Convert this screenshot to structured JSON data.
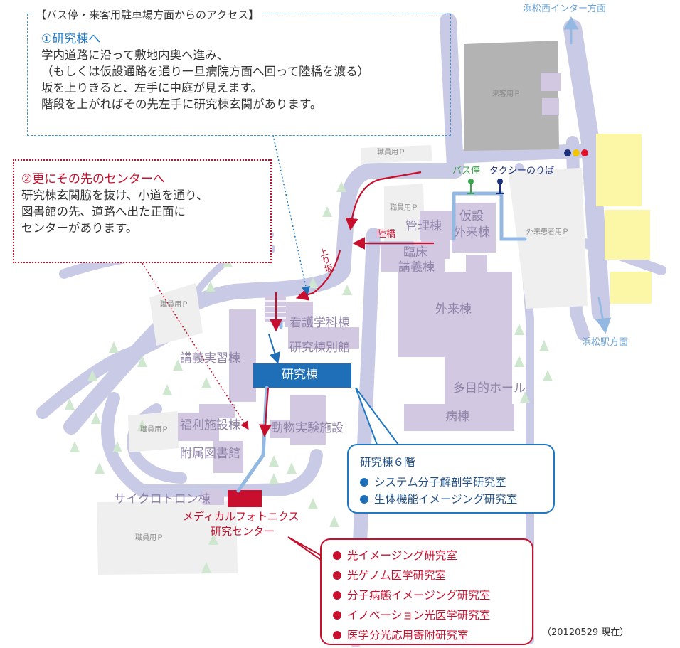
{
  "access_heading": "【バス停・来客用駐車場方面からのアクセス】",
  "step1": {
    "title": "①研究棟へ",
    "lines": [
      "学内道路に沿って敷地内奥へ進み、",
      "（もしくは仮設通路を通り一旦病院方面へ回って陸橋を渡る）",
      "坂を上りきると、左手に中庭が見えます。",
      "階段を上がればその先左手に研究棟玄関があります。"
    ]
  },
  "step2": {
    "title": "②更にその先のセンターへ",
    "lines": [
      "研究棟玄関脇を抜け、小道を通り、",
      "図書館の先、道路へ出た正面に",
      "センターがあります。"
    ]
  },
  "directions": {
    "hamamatsu_nishi_ic": "浜松西インター方面",
    "hamamatsu_station": "浜松駅方面"
  },
  "parking": {
    "visitor": "来客用Ｐ",
    "staff_top": "職員用Ｐ",
    "staff_middle": "職員用Ｐ",
    "staff_left": "職員用Ｐ",
    "staff_small": "職員用Ｐ",
    "staff_bottom": "職員用Ｐ",
    "outpatient": "外来患者用Ｐ"
  },
  "stops": {
    "bus": "バス停",
    "taxi": "タクシーのりば"
  },
  "labels": {
    "bridge": "陸橋",
    "slope": "上り坂"
  },
  "buildings": {
    "admin": "管理棟",
    "temp_outpatient_1": "仮設",
    "temp_outpatient_2": "外来棟",
    "clinical_lecture_1": "臨床",
    "clinical_lecture_2": "講義棟",
    "outpatient": "外来棟",
    "nursing": "看護学科棟",
    "research_annex": "研究棟別館",
    "lecture_practice": "講義実習棟",
    "research": "研究棟",
    "multipurpose_hall": "多目的ホール",
    "ward": "病棟",
    "welfare": "福利施設棟",
    "animal_facility": "動物実験施設",
    "library": "附属図書館",
    "cyclotron": "サイクロトロン棟",
    "photonics_center_1": "メディカルフォトニクス",
    "photonics_center_2": "研究センター"
  },
  "research_floor": {
    "title": "研究棟６階",
    "labs": [
      "システム分子解剖学研究室",
      "生体機能イメージング研究室"
    ]
  },
  "center_labs": [
    "光イメージング研究室",
    "光ゲノム医学研究室",
    "分子病態イメージング研究室",
    "イノベーション光医学研究室",
    "医学分光応用寄附研究室"
  ],
  "as_of": "（20120529 現在）",
  "colors": {
    "road": "#c9cbe6",
    "building": "#d3c8e2",
    "parking": "#efefef",
    "visitor_parking": "#b3b3b3",
    "route_red": "#c8102e",
    "walkway_blue": "#93b9e2",
    "research_blue": "#1f6fb8",
    "bus_green": "#3aa54a",
    "taxi_navy": "#1b2f7a",
    "yellow_lot": "#fbf7a6"
  }
}
